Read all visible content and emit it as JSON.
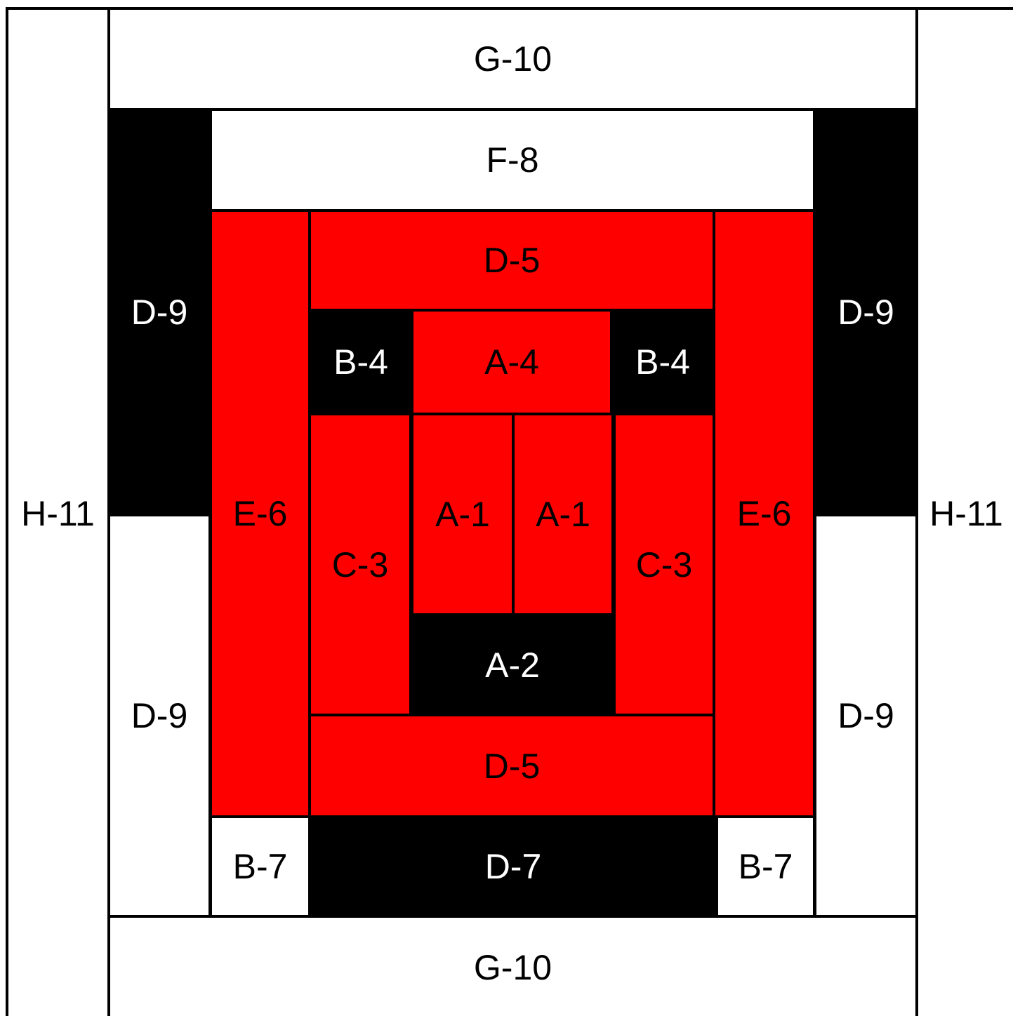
{
  "colors": {
    "red": "#ff0000",
    "black": "#000000",
    "white": "#ffffff"
  },
  "pieces": [
    {
      "label": "G-10",
      "fill": "white"
    },
    {
      "label": "G-10",
      "fill": "white"
    },
    {
      "label": "H-11",
      "fill": "white"
    },
    {
      "label": "H-11",
      "fill": "white"
    },
    {
      "label": "F-8",
      "fill": "white"
    },
    {
      "label": "D-9",
      "fill": "black"
    },
    {
      "label": "D-9",
      "fill": "black"
    },
    {
      "label": "D-9",
      "fill": "white"
    },
    {
      "label": "D-9",
      "fill": "white"
    },
    {
      "label": "B-7",
      "fill": "white"
    },
    {
      "label": "D-7",
      "fill": "black"
    },
    {
      "label": "B-7",
      "fill": "white"
    },
    {
      "label": "E-6",
      "fill": "red"
    },
    {
      "label": "E-6",
      "fill": "red"
    },
    {
      "label": "D-5",
      "fill": "red"
    },
    {
      "label": "D-5",
      "fill": "red"
    },
    {
      "label": "B-4",
      "fill": "black"
    },
    {
      "label": "A-4",
      "fill": "red"
    },
    {
      "label": "B-4",
      "fill": "black"
    },
    {
      "label": "C-3",
      "fill": "red"
    },
    {
      "label": "C-3",
      "fill": "red"
    },
    {
      "label": "A-1",
      "fill": "red"
    },
    {
      "label": "A-1",
      "fill": "red"
    },
    {
      "label": "A-2",
      "fill": "black"
    }
  ]
}
